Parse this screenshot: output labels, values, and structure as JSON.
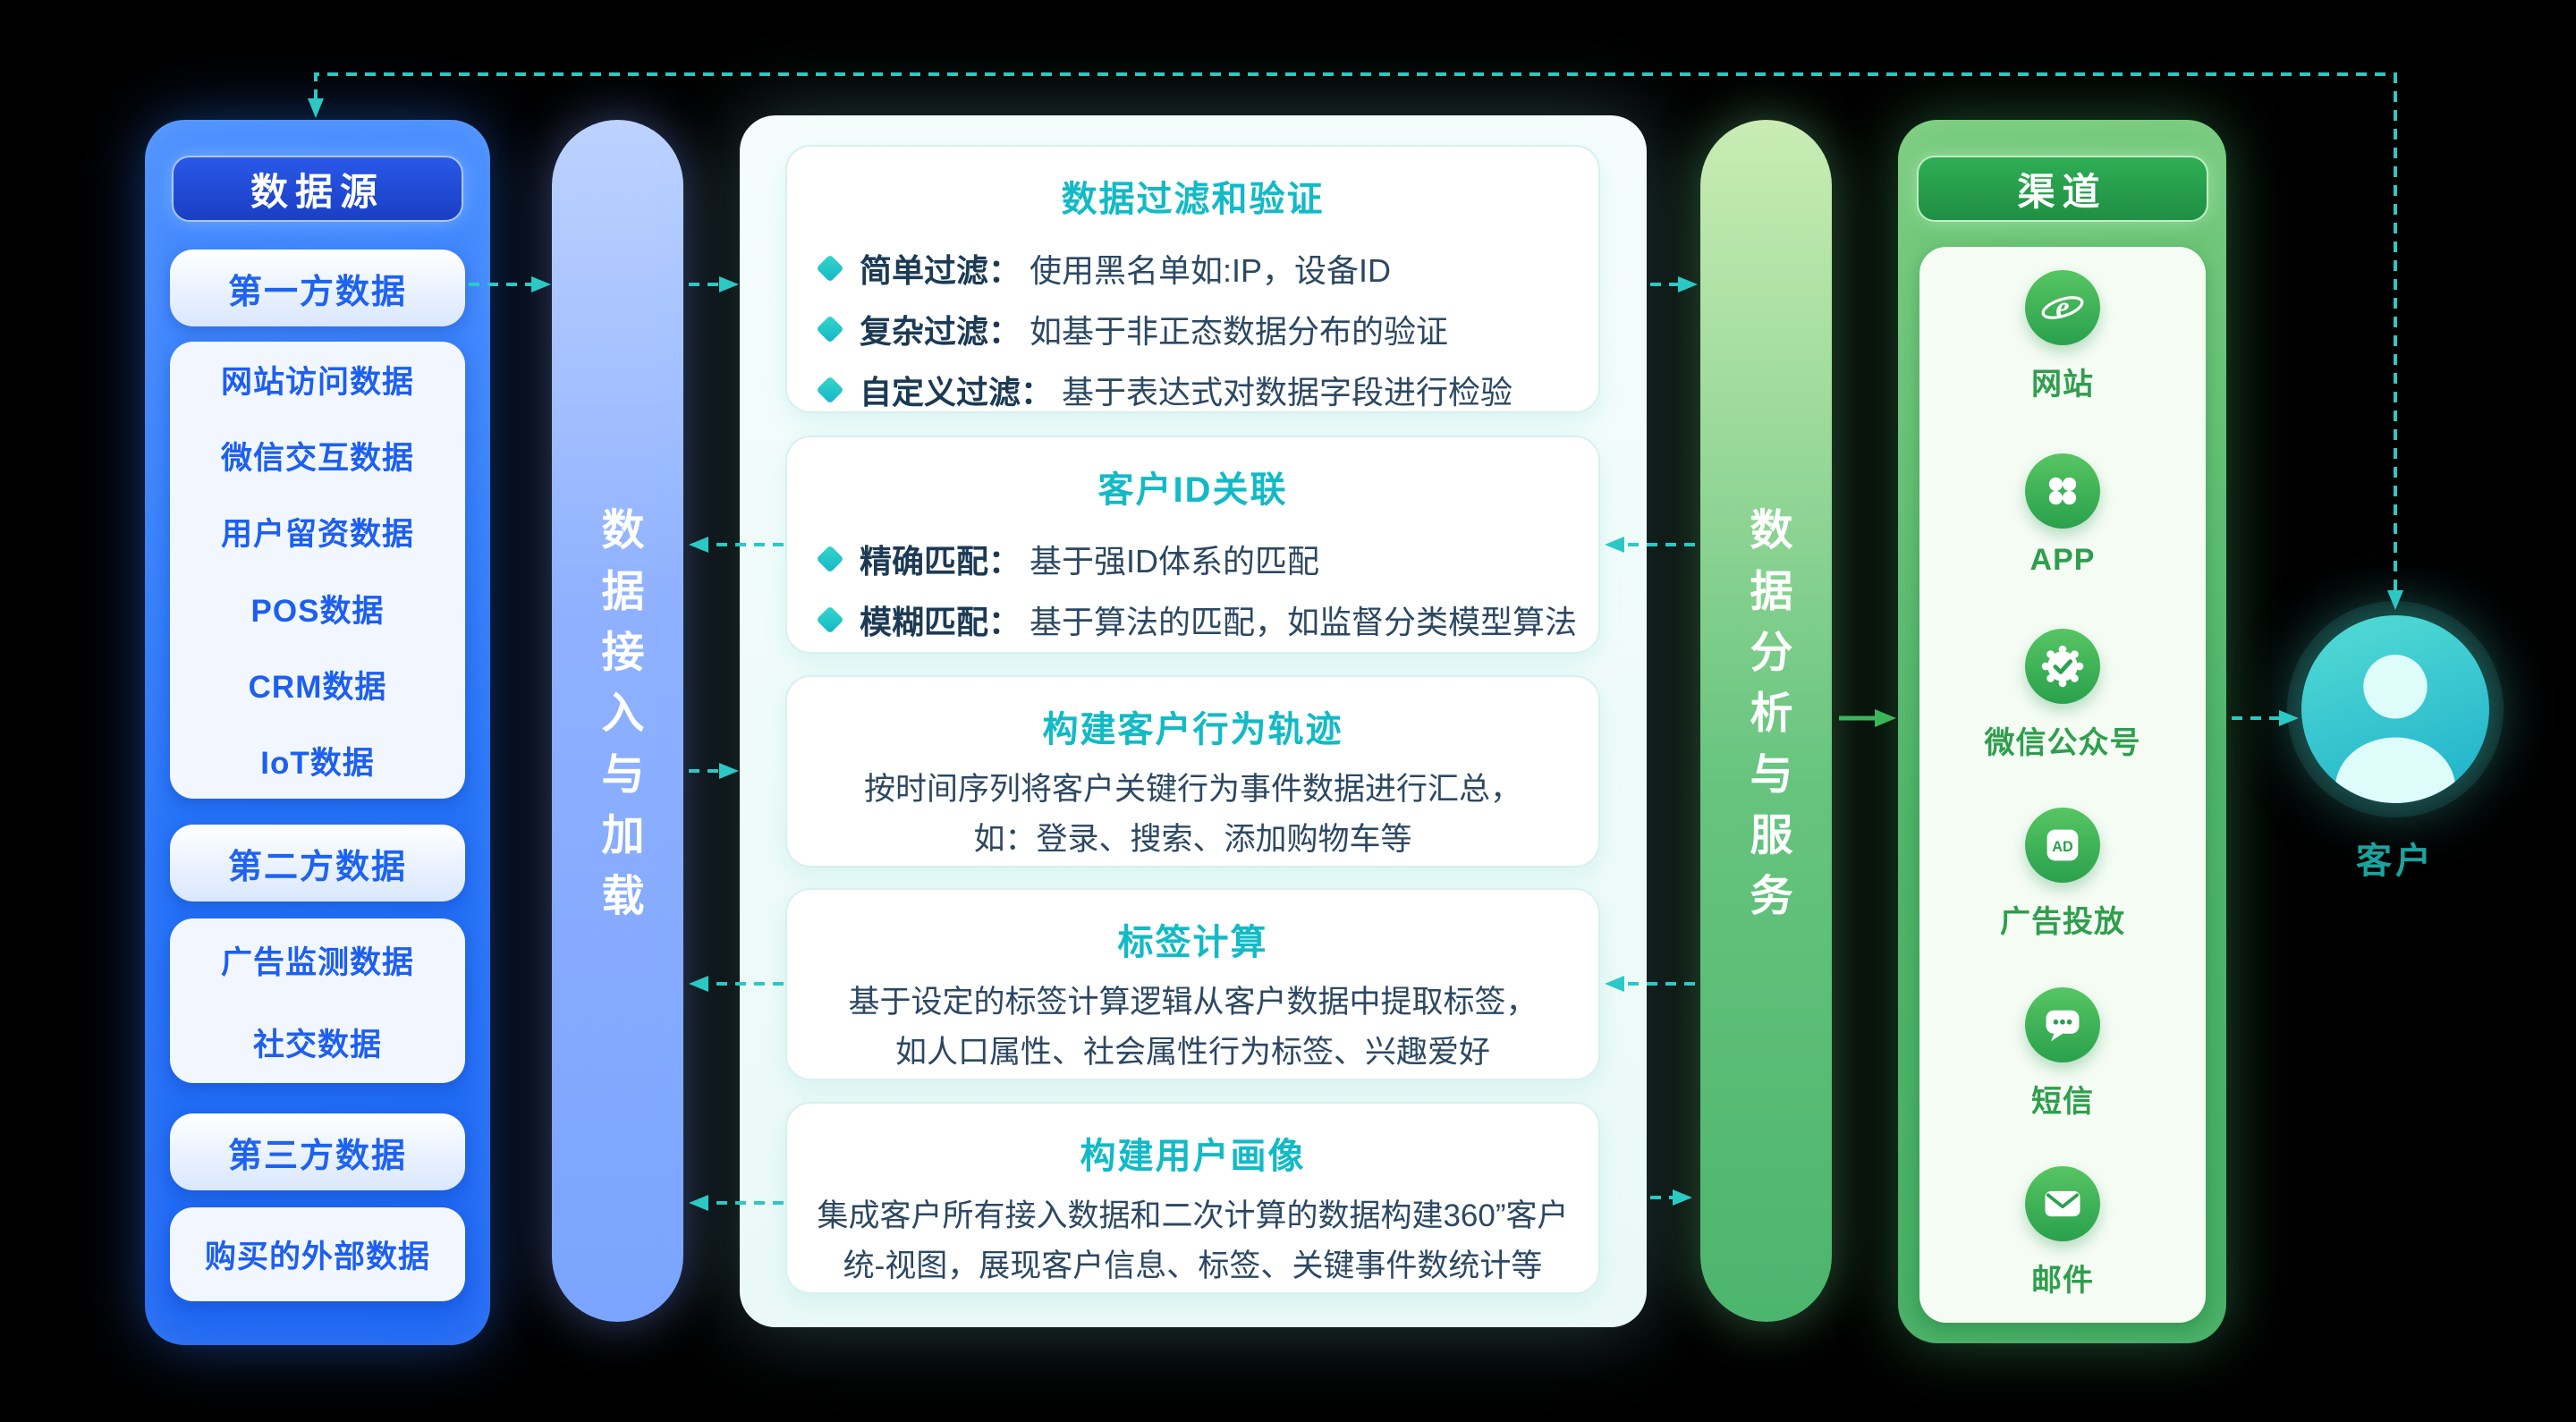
{
  "colors": {
    "background": "#000000",
    "blue_accent": "#2f7bff",
    "teal_accent": "#12bac6",
    "green_accent": "#3aae5e",
    "connector": "#2cc8c4"
  },
  "data_sources": {
    "title": "数据源",
    "groups": [
      {
        "title": "第一方数据",
        "items": [
          "网站访问数据",
          "微信交互数据",
          "用户留资数据",
          "POS数据",
          "CRM数据",
          "IoT数据"
        ]
      },
      {
        "title": "第二方数据",
        "items": [
          "广告监测数据",
          "社交数据"
        ]
      },
      {
        "title": "第三方数据",
        "items": [
          "购买的外部数据"
        ]
      }
    ]
  },
  "ingest_bar": {
    "label": "数据接入与加载"
  },
  "processing": {
    "bullet_icon": "diamond-icon",
    "boxes": [
      {
        "title": "数据过滤和验证",
        "bullets": [
          {
            "label": "简单过滤：",
            "text": "使用黑名单如:IP，设备ID"
          },
          {
            "label": "复杂过滤：",
            "text": "如基于非正态数据分布的验证"
          },
          {
            "label": "自定义过滤：",
            "text": "基于表达式对数据字段进行检验"
          }
        ]
      },
      {
        "title": "客户ID关联",
        "bullets": [
          {
            "label": "精确匹配：",
            "text": "基于强ID体系的匹配"
          },
          {
            "label": "模糊匹配：",
            "text": "基于算法的匹配，如监督分类模型算法"
          }
        ]
      },
      {
        "title": "构建客户行为轨迹",
        "lines": [
          "按时间序列将客户关键行为事件数据进行汇总，",
          "如：登录、搜索、添加购物车等"
        ]
      },
      {
        "title": "标签计算",
        "lines": [
          "基于设定的标签计算逻辑从客户数据中提取标签，",
          "如人口属性、社会属性行为标签、兴趣爱好"
        ]
      },
      {
        "title": "构建用户画像",
        "lines": [
          "集成客户所有接入数据和二次计算的数据构建360”客户",
          "统-视图，展现客户信息、标签、关键事件数统计等"
        ]
      }
    ]
  },
  "analysis_bar": {
    "label": "数据分析与服务"
  },
  "channels": {
    "title": "渠道",
    "items": [
      {
        "icon": "browser-icon",
        "label": "网站"
      },
      {
        "icon": "app-icon",
        "label": "APP"
      },
      {
        "icon": "wechat-official-icon",
        "label": "微信公众号"
      },
      {
        "icon": "ad-icon",
        "label": "广告投放"
      },
      {
        "icon": "sms-icon",
        "label": "短信"
      },
      {
        "icon": "email-icon",
        "label": "邮件"
      }
    ]
  },
  "customer": {
    "icon": "person-icon",
    "label": "客户"
  }
}
